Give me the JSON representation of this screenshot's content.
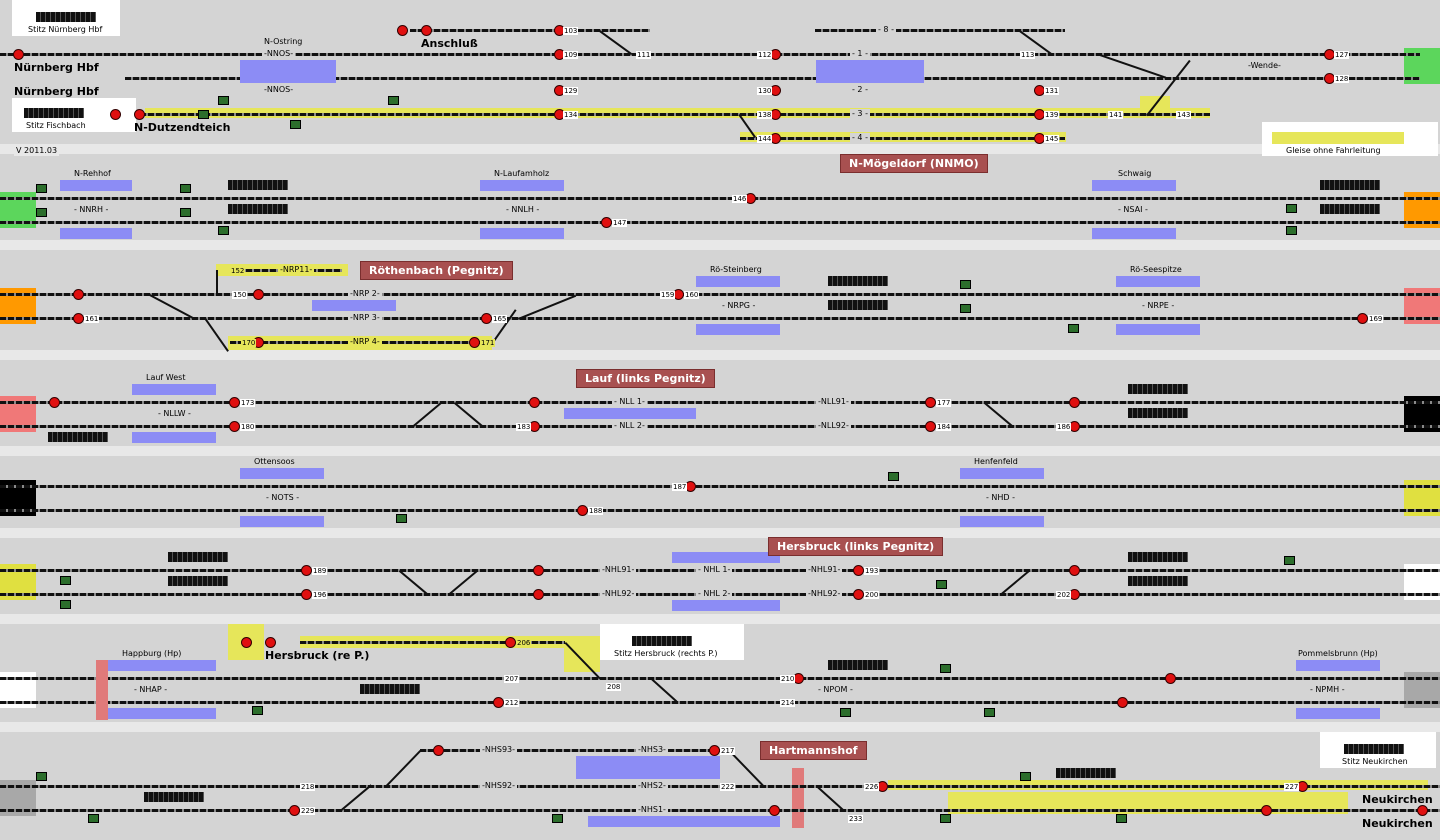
{
  "version": "V 2011.03",
  "stations": {
    "stitz_nbg": "Stitz Nürnberg Hbf",
    "nbg_hbf_1": "Nürnberg Hbf",
    "nbg_hbf_2": "Nürnberg Hbf",
    "stitz_fischbach": "Stitz Fischbach",
    "n_dutzendteich": "N-Dutzendteich",
    "anschluss": "Anschluß",
    "n_ostring": "N-Ostring",
    "nnos1": "-NNOS-",
    "nnos2": "-NNOS-",
    "t8": "- 8 -",
    "t1": "- 1 -",
    "t2": "- 2 -",
    "t3": "- 3 -",
    "t4": "- 4 -",
    "wende": "-Wende-",
    "nnmo": "N-Mögeldorf (NNMO)",
    "gleise": "Gleise ohne Fahrleitung",
    "n_rehhof": "N-Rehhof",
    "nnrh": "- NNRH -",
    "n_laufamholz": "N-Laufamholz",
    "nnlh": "- NNLH -",
    "schwaig": "Schwaig",
    "nsai": "- NSAI -",
    "roethenbach": "Röthenbach (Pegnitz)",
    "nrp11": "-NRP11-",
    "nrp2": "-NRP 2-",
    "nrp3": "-NRP 3-",
    "nrp4": "-NRP 4-",
    "ro_steinberg": "Rö-Steinberg",
    "nrpg": "- NRPG -",
    "ro_seespitze": "Rö-Seespitze",
    "nrpe": "- NRPE -",
    "lauf_west": "Lauf West",
    "nllw": "- NLLW -",
    "lauf": "Lauf (links Pegnitz)",
    "nll1": "- NLL 1-",
    "nll2": "- NLL 2-",
    "nll91": "-NLL91-",
    "nll92": "-NLL92-",
    "ottensoos": "Ottensoos",
    "nots": "- NOTS -",
    "henfenfeld": "Henfenfeld",
    "nhd": "- NHD -",
    "hersbruck_l": "Hersbruck (links Pegnitz)",
    "nhl91a": "-NHL91-",
    "nhl92a": "-NHL92-",
    "nhl1": "- NHL 1-",
    "nhl2": "- NHL 2-",
    "nhl91b": "-NHL91-",
    "nhl92b": "-NHL92-",
    "happburg": "Happburg (Hp)",
    "nhap": "- NHAP -",
    "hersbruck_r": "Hersbruck (re P.)",
    "stitz_hersbruck": "Stitz Hersbruck (rechts P.)",
    "npom": "- NPOM -",
    "pommelsbrunn": "Pommelsbrunn (Hp)",
    "npmh": "- NPMH -",
    "hartmannshof": "Hartmannshof",
    "nhs93": "-NHS93-",
    "nhs3": "-NHS3-",
    "nhs92": "-NHS92-",
    "nhs2": "-NHS2-",
    "nhs1": "-NHS1-",
    "stitz_neukirchen": "Stitz Neukirchen",
    "neukirchen_1": "Neukirchen",
    "neukirchen_2": "Neukirchen"
  },
  "signals": {
    "s103": "103",
    "s109": "109",
    "s111": "111",
    "s112": "112",
    "s113": "113",
    "s127": "127",
    "s128": "128",
    "s129": "129",
    "s130": "130",
    "s131": "131",
    "s134": "134",
    "s138": "138",
    "s139": "139",
    "s141": "141",
    "s143": "143",
    "s144": "144",
    "s145": "145",
    "s146": "146",
    "s147": "147",
    "s150": "150",
    "s152": "152",
    "s159": "159",
    "s160": "160",
    "s161": "161",
    "s165": "165",
    "s169": "169",
    "s170": "170",
    "s171": "171",
    "s173": "173",
    "s177": "177",
    "s180": "180",
    "s183": "183",
    "s184": "184",
    "s186": "186",
    "s187": "187",
    "s188": "188",
    "s189": "189",
    "s193": "193",
    "s196": "196",
    "s200": "200",
    "s202": "202",
    "s206": "206",
    "s207": "207",
    "s208": "208",
    "s210": "210",
    "s212": "212",
    "s214": "214",
    "s217": "217",
    "s218": "218",
    "s222": "222",
    "s226": "226",
    "s227": "227",
    "s229": "229",
    "s233": "233"
  },
  "colors": {
    "blue": "#8c8cf5",
    "yellow": "#e6e65a",
    "title": "#a85050",
    "green": "#5cd65c",
    "orange": "#ff9900",
    "pink": "#f07878",
    "black": "#000000"
  }
}
